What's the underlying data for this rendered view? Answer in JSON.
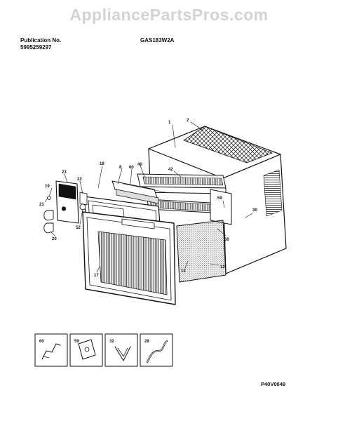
{
  "watermark": "AppliancePartsPros.com",
  "header": {
    "publication_label": "Publication No.",
    "publication_number": "5995259297",
    "model": "GAS183W2A"
  },
  "figure_code": "P40V0049",
  "callouts": {
    "c1": "1",
    "c2": "2",
    "c42": "42",
    "c59": "59",
    "c30": "30",
    "c60": "60",
    "c12": "12",
    "c13": "13",
    "c40": "40",
    "c60b": "60",
    "c8": "8",
    "c18": "18",
    "c23": "23",
    "c22": "22",
    "c19": "19",
    "c21": "21",
    "c20": "20",
    "c52": "52",
    "c17": "17"
  },
  "inset_callouts": [
    "60",
    "59",
    "32",
    "28"
  ]
}
